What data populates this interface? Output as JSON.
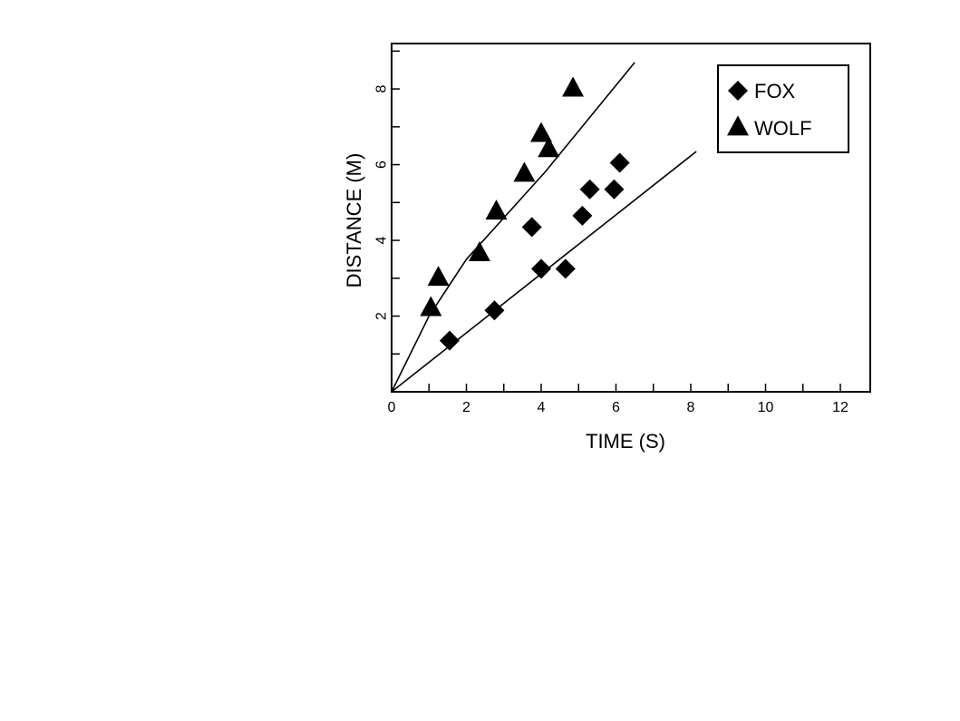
{
  "chart_data": {
    "type": "scatter",
    "xlabel": "TIME (S)",
    "ylabel": "DISTANCE (M)",
    "xlim": [
      0,
      12.8
    ],
    "ylim": [
      0,
      9.2
    ],
    "x_ticks": [
      0,
      2,
      4,
      6,
      8,
      10,
      12
    ],
    "y_ticks": [
      2,
      4,
      6,
      8
    ],
    "x_minor_ticks": [
      1,
      3,
      5,
      7,
      9,
      11
    ],
    "y_minor_ticks": [
      1,
      3,
      5,
      7,
      9
    ],
    "grid": false,
    "legend_position": "top-right",
    "series": [
      {
        "name": "FOX",
        "marker": "diamond",
        "color": "#000000",
        "points": [
          {
            "x": 1.55,
            "y": 1.35
          },
          {
            "x": 2.75,
            "y": 2.15
          },
          {
            "x": 3.75,
            "y": 4.35
          },
          {
            "x": 4.0,
            "y": 3.25
          },
          {
            "x": 4.65,
            "y": 3.25
          },
          {
            "x": 5.1,
            "y": 4.65
          },
          {
            "x": 5.3,
            "y": 5.35
          },
          {
            "x": 5.95,
            "y": 5.35
          },
          {
            "x": 6.1,
            "y": 6.05
          }
        ],
        "fit_line": {
          "x": [
            0,
            8.15
          ],
          "y": [
            0,
            6.35
          ]
        }
      },
      {
        "name": "WOLF",
        "marker": "triangle",
        "color": "#000000",
        "points": [
          {
            "x": 1.05,
            "y": 2.2
          },
          {
            "x": 1.25,
            "y": 3.0
          },
          {
            "x": 2.35,
            "y": 3.65
          },
          {
            "x": 2.8,
            "y": 4.75
          },
          {
            "x": 3.55,
            "y": 5.75
          },
          {
            "x": 4.0,
            "y": 6.8
          },
          {
            "x": 4.2,
            "y": 6.4
          },
          {
            "x": 4.85,
            "y": 8.0
          }
        ],
        "fit_line": {
          "x": [
            0,
            1.0,
            2.0,
            4.1,
            6.5
          ],
          "y": [
            0,
            2.0,
            3.5,
            5.8,
            8.7
          ]
        }
      }
    ]
  }
}
